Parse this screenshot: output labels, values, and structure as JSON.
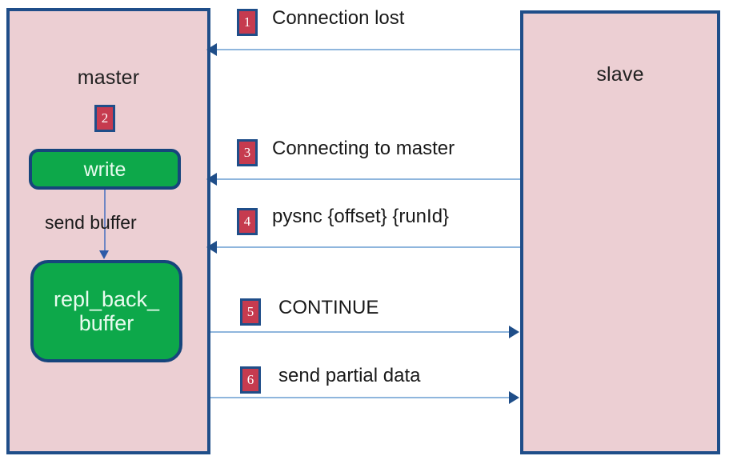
{
  "diagram": {
    "nodes": [
      {
        "id": "master",
        "label": "master"
      },
      {
        "id": "slave",
        "label": "slave"
      }
    ],
    "master_internal": {
      "step_badge": "2",
      "write_box_label": "write",
      "transfer_label": "send buffer",
      "backlog_box_label": "repl_back_\nbuffer",
      "backlog_box_line1": "repl_back_",
      "backlog_box_line2": "buffer"
    },
    "messages": [
      {
        "step": "1",
        "label": "Connection lost",
        "direction": "slave-to-master"
      },
      {
        "step": "3",
        "label": "Connecting to master",
        "direction": "slave-to-master"
      },
      {
        "step": "4",
        "label": "pysnc {offset} {runId}",
        "direction": "slave-to-master"
      },
      {
        "step": "5",
        "label": "CONTINUE",
        "direction": "master-to-slave"
      },
      {
        "step": "6",
        "label": "send partial data",
        "direction": "master-to-slave"
      }
    ],
    "colors": {
      "panel_fill": "#eccfd3",
      "panel_border": "#1f4e89",
      "badge_fill": "#c63b4f",
      "badge_border": "#1f4e89",
      "process_box_fill": "#0da84a",
      "process_box_border": "#16457c",
      "arrow_line": "#8fb6dd",
      "arrow_head": "#1f4e89",
      "background": "#ffffff"
    }
  }
}
